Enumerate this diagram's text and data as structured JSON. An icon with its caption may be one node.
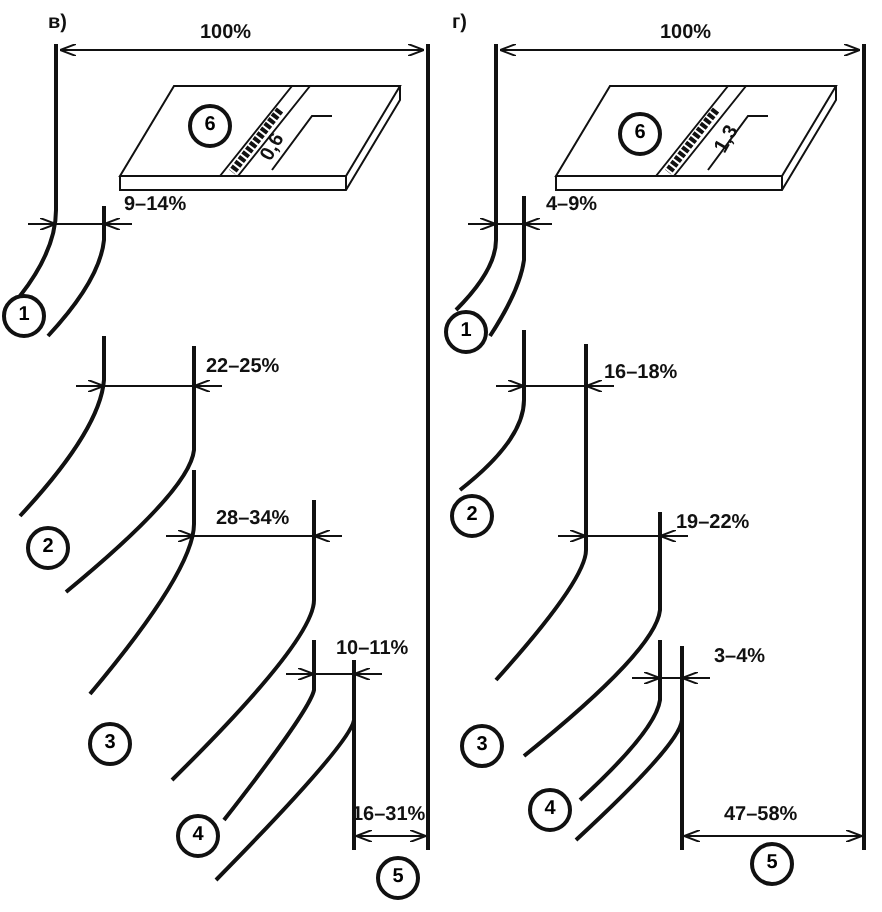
{
  "diagram": {
    "labels": [
      "в)",
      "100%",
      "6",
      "0,6",
      "9–14%",
      "1",
      "22–25%",
      "2",
      "28–34%",
      "3",
      "10–11%",
      "4",
      "16–31%",
      "5",
      "г)",
      "100%",
      "6",
      "1,3",
      "4–9%",
      "1",
      "16–18%",
      "2",
      "19–22%",
      "3",
      "3–4%",
      "4",
      "47–58%",
      "5"
    ]
  }
}
